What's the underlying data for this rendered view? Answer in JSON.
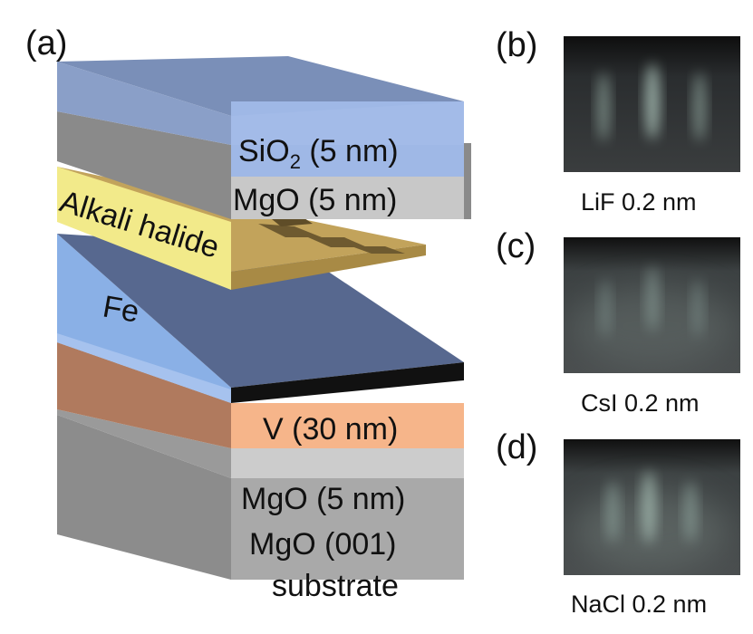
{
  "panels": {
    "a": "(a)",
    "b": "(b)",
    "c": "(c)",
    "d": "(d)"
  },
  "layers": {
    "sio2_prefix": "SiO",
    "sio2_sub": "2",
    "sio2_suffix": " (5 nm)",
    "mgo_top": "MgO (5 nm)",
    "alkali": "Alkali halide",
    "fe": "Fe",
    "v": "V (30 nm)",
    "mgo_buffer": "MgO (5 nm)",
    "substrate_line1": "MgO (001)",
    "substrate_line2": "substrate"
  },
  "captions": {
    "b": "LiF 0.2 nm",
    "c": "CsI 0.2 nm",
    "d": "NaCl 0.2 nm"
  },
  "colors": {
    "sio2_front": "#9fb8e6",
    "sio2_top": "#7a8fb8",
    "mgo_front": "#c8c8c8",
    "mgo_side": "#8a8a8a",
    "alkali_front": "#f2ea8a",
    "alkali_top": "#bfa15a",
    "alkali_step": "#6e5a30",
    "fe_front": "#8ab0e6",
    "fe_top": "#57688f",
    "v_front": "#f6b58a",
    "v_side": "#b07a5e",
    "substrate_front": "#a9a9a9",
    "substrate_side": "#888888",
    "black_line": "#111111",
    "rheed_bg": "#2b2e30"
  }
}
